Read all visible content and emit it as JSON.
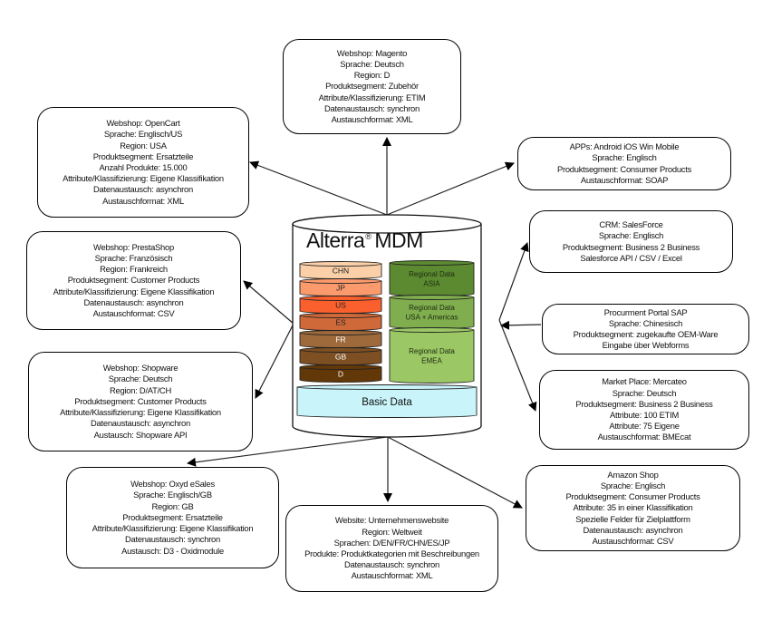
{
  "hub": {
    "title": "Alterra",
    "registered_mark": "®",
    "title_suffix": "MDM",
    "country_layers": [
      {
        "label": "CHN",
        "color": "#fbd0a8",
        "text_color": "#222222"
      },
      {
        "label": "JP",
        "color": "#fb9a6c",
        "text_color": "#222222"
      },
      {
        "label": "US",
        "color": "#f9602e",
        "text_color": "#222222"
      },
      {
        "label": "ES",
        "color": "#d0693a",
        "text_color": "#222222"
      },
      {
        "label": "FR",
        "color": "#9e6a3c",
        "text_color": "#ffffff"
      },
      {
        "label": "GB",
        "color": "#7e4f22",
        "text_color": "#ffffff"
      },
      {
        "label": "D",
        "color": "#633808",
        "text_color": "#ffffff"
      }
    ],
    "regional_layers": [
      {
        "lines": [
          "Regional Data",
          "ASIA"
        ],
        "color": "#5c8a30"
      },
      {
        "lines": [
          "Regional Data",
          "USA + Americas"
        ],
        "color": "#80ae4e"
      },
      {
        "lines": [
          "Regional Data",
          "EMEA"
        ],
        "color": "#9bc765"
      }
    ],
    "basic_data": {
      "label": "Basic Data",
      "color": "#c9f4f9"
    }
  },
  "nodes": [
    {
      "id": "magento",
      "direction": "outgoing",
      "lines": [
        "Webshop: Magento",
        "Sprache: Deutsch",
        "Region: D",
        "Produktsegment: Zubehör",
        "Attribute/Klassifizierung: ETIM",
        "Datenaustausch: synchron",
        "Austauschformat: XML"
      ]
    },
    {
      "id": "opencart",
      "direction": "outgoing",
      "lines": [
        "Webshop: OpenCart",
        "Sprache: Englisch/US",
        "Region: USA",
        "Produktsegment: Ersatzteile",
        "Anzahl Produkte: 15.000",
        "Attribute/Klassifizierung: Eigene Klassifikation",
        "Datenaustausch: asynchron",
        "Austauschformat: XML"
      ]
    },
    {
      "id": "apps",
      "direction": "outgoing",
      "lines": [
        "APPs: Android iOS Win Mobile",
        "Sprache: Englisch",
        "Produktsegment: Consumer Products",
        "Austauschformat: SOAP"
      ]
    },
    {
      "id": "prestashop",
      "direction": "outgoing",
      "lines": [
        "Webshop: PrestaShop",
        "Sprache: Französisch",
        "Region: Frankreich",
        "Produktsegment: Customer Products",
        "Attribute/Klassifizierung: Eigene Klassifikation",
        "Datenaustausch: asynchron",
        "Austauschformat: CSV"
      ]
    },
    {
      "id": "crm",
      "direction": "outgoing",
      "lines": [
        "CRM: SalesForce",
        "Sprache: Englisch",
        "Produktsegment: Business 2 Business",
        "Salesforce API / CSV / Excel"
      ]
    },
    {
      "id": "sap",
      "direction": "incoming",
      "lines": [
        "Procurment Portal SAP",
        "Sprache: Chinesisch",
        "Produktsegment: zugekaufte OEM-Ware",
        "Eingabe über Webforms"
      ]
    },
    {
      "id": "shopware",
      "direction": "outgoing",
      "lines": [
        "Webshop: Shopware",
        "Sprache: Deutsch",
        "Region: D/AT/CH",
        "Produktsegment: Customer Products",
        "Attribute/Klassifizierung: Eigene Klassifikation",
        "Datenaustausch: asynchron",
        "Austausch: Shopware API"
      ]
    },
    {
      "id": "mercateo",
      "direction": "outgoing",
      "lines": [
        "Market Place: Mercateo",
        "Sprache: Deutsch",
        "Produktsegment: Business 2 Business",
        "Attribute: 100 ETIM",
        "Attribute: 75 Eigene",
        "Austauschformat: BMEcat"
      ]
    },
    {
      "id": "oxyd",
      "direction": "outgoing",
      "lines": [
        "Webshop: Oxyd eSales",
        "Sprache: Englisch/GB",
        "Region: GB",
        "Produktsegment: Ersatzteile",
        "Attribute/Klassifizierung: Eigene Klassifikation",
        "Datenaustausch: synchron",
        "Austausch: D3 - Oxidmodule"
      ]
    },
    {
      "id": "website",
      "direction": "outgoing",
      "lines": [
        "Website: Unternehmenswebsite",
        "Region: Weltweit",
        "Sprachen: D/EN/FR/CHN/ES/JP",
        "Produkte: Produktkategorien mit Beschreibungen",
        "Datenaustausch: synchron",
        "Austauschformat: XML"
      ]
    },
    {
      "id": "amazon",
      "direction": "outgoing",
      "lines": [
        "Amazon Shop",
        "Sprache: Englisch",
        "Produktsegment: Consumer Products",
        "Attribute: 35 in einer Klassifikation",
        "Spezielle Felder für Zielplattform",
        "Datenaustausch: asynchron",
        "Austauschformat: CSV"
      ]
    }
  ]
}
